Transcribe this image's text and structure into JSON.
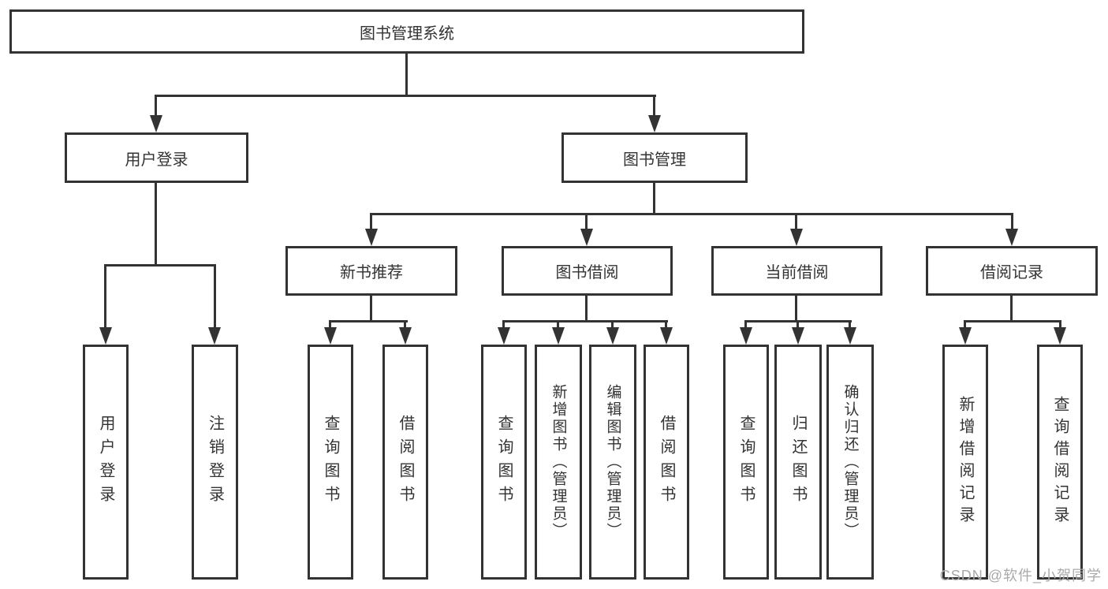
{
  "tree": {
    "root": {
      "label": "图书管理系统"
    },
    "level2": [
      {
        "label": "用户登录"
      },
      {
        "label": "图书管理"
      }
    ],
    "level3": [
      {
        "label": "新书推荐"
      },
      {
        "label": "图书借阅"
      },
      {
        "label": "当前借阅"
      },
      {
        "label": "借阅记录"
      }
    ],
    "leaves": {
      "user_login": [
        "用户登录",
        "注销登录"
      ],
      "new_book_recommend": [
        "查询图书",
        "借阅图书"
      ],
      "book_borrow": [
        "查询图书",
        "新增图书（管理员）",
        "编辑图书（管理员）",
        "借阅图书"
      ],
      "current_borrow": [
        "查询图书",
        "归还图书",
        "确认归还（管理员）"
      ],
      "borrow_records": [
        "新增借阅记录",
        "查询借阅记录"
      ]
    }
  },
  "watermark": {
    "text": "CSDN @软件_小贺同学"
  },
  "colors": {
    "line": "#333333",
    "text": "#333333",
    "watermark": "#a9a9a9",
    "background": "#ffffff"
  }
}
